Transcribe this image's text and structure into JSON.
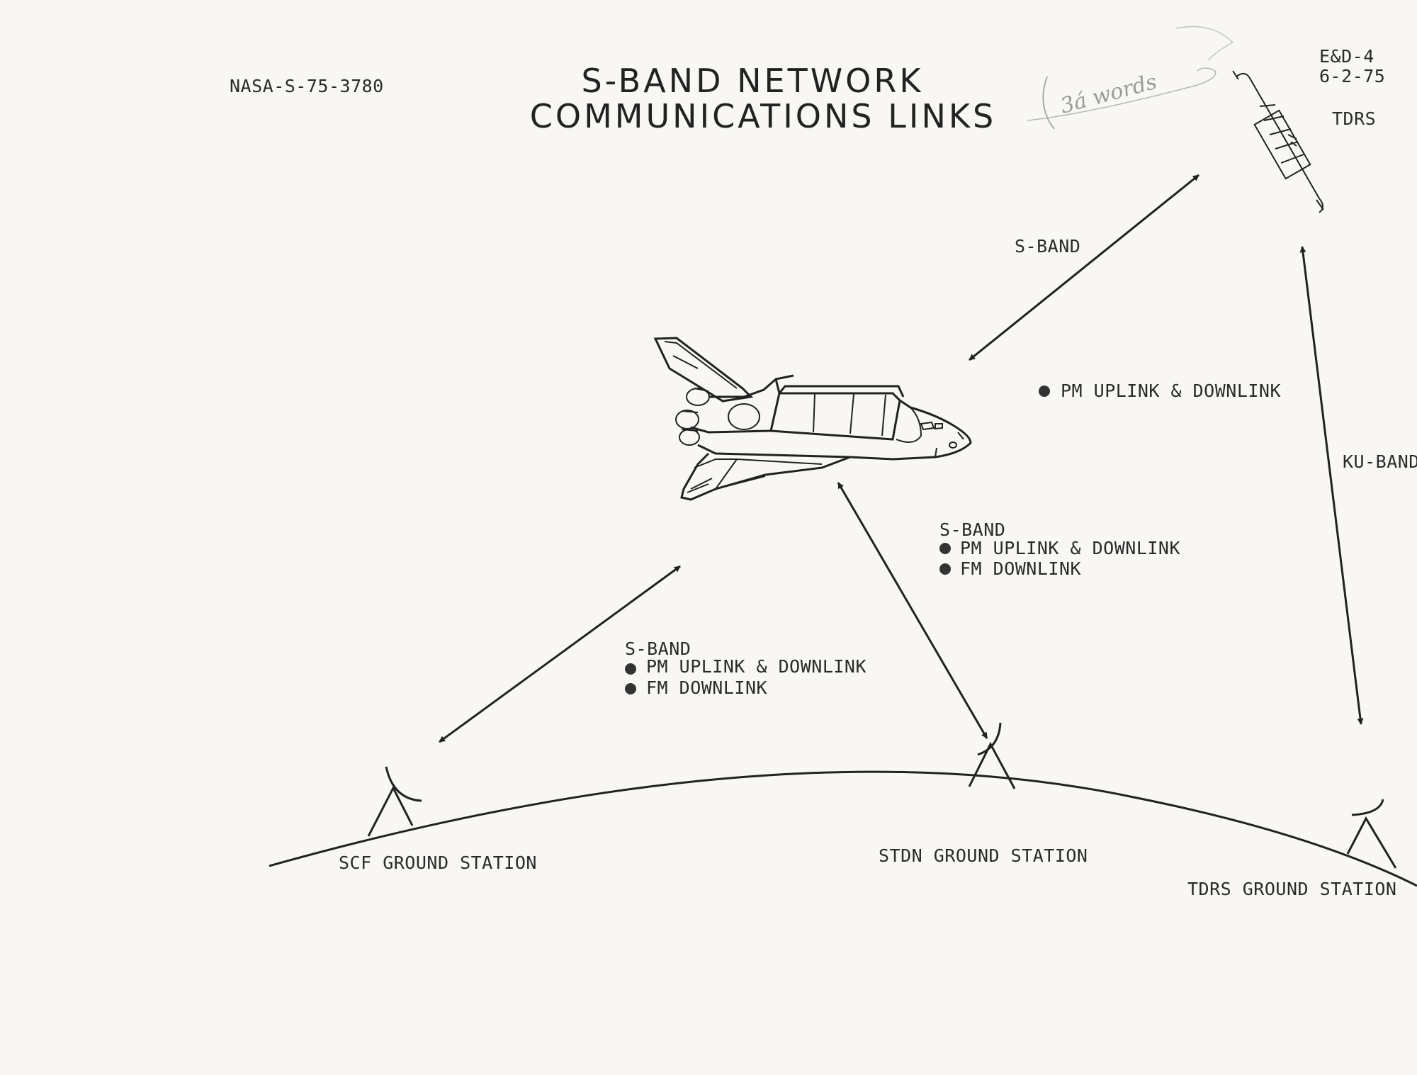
{
  "header": {
    "doc_number": "NASA-S-75-3780",
    "title_line1": "S-BAND NETWORK",
    "title_line2": "COMMUNICATIONS LINKS",
    "handwritten_note": "3á words",
    "ref_code": "E&D-4",
    "ref_date": "6-2-75"
  },
  "nodes": {
    "tdrs": "TDRS",
    "scf_station": "SCF GROUND STATION",
    "stdn_station": "STDN GROUND STATION",
    "tdrs_station": "TDRS GROUND STATION"
  },
  "links": {
    "tdrs_link": {
      "band": "S-BAND",
      "items": [
        "PM UPLINK & DOWNLINK"
      ]
    },
    "ku_link": {
      "band": "KU-BAND"
    },
    "stdn_link": {
      "band": "S-BAND",
      "items": [
        "PM UPLINK & DOWNLINK",
        "FM DOWNLINK"
      ]
    },
    "scf_link": {
      "band": "S-BAND",
      "items": [
        "PM UPLINK & DOWNLINK",
        "FM DOWNLINK"
      ]
    }
  },
  "colors": {
    "ink": "#222222",
    "paper": "#f8f7f4",
    "pencil": "#9a9a9a"
  }
}
